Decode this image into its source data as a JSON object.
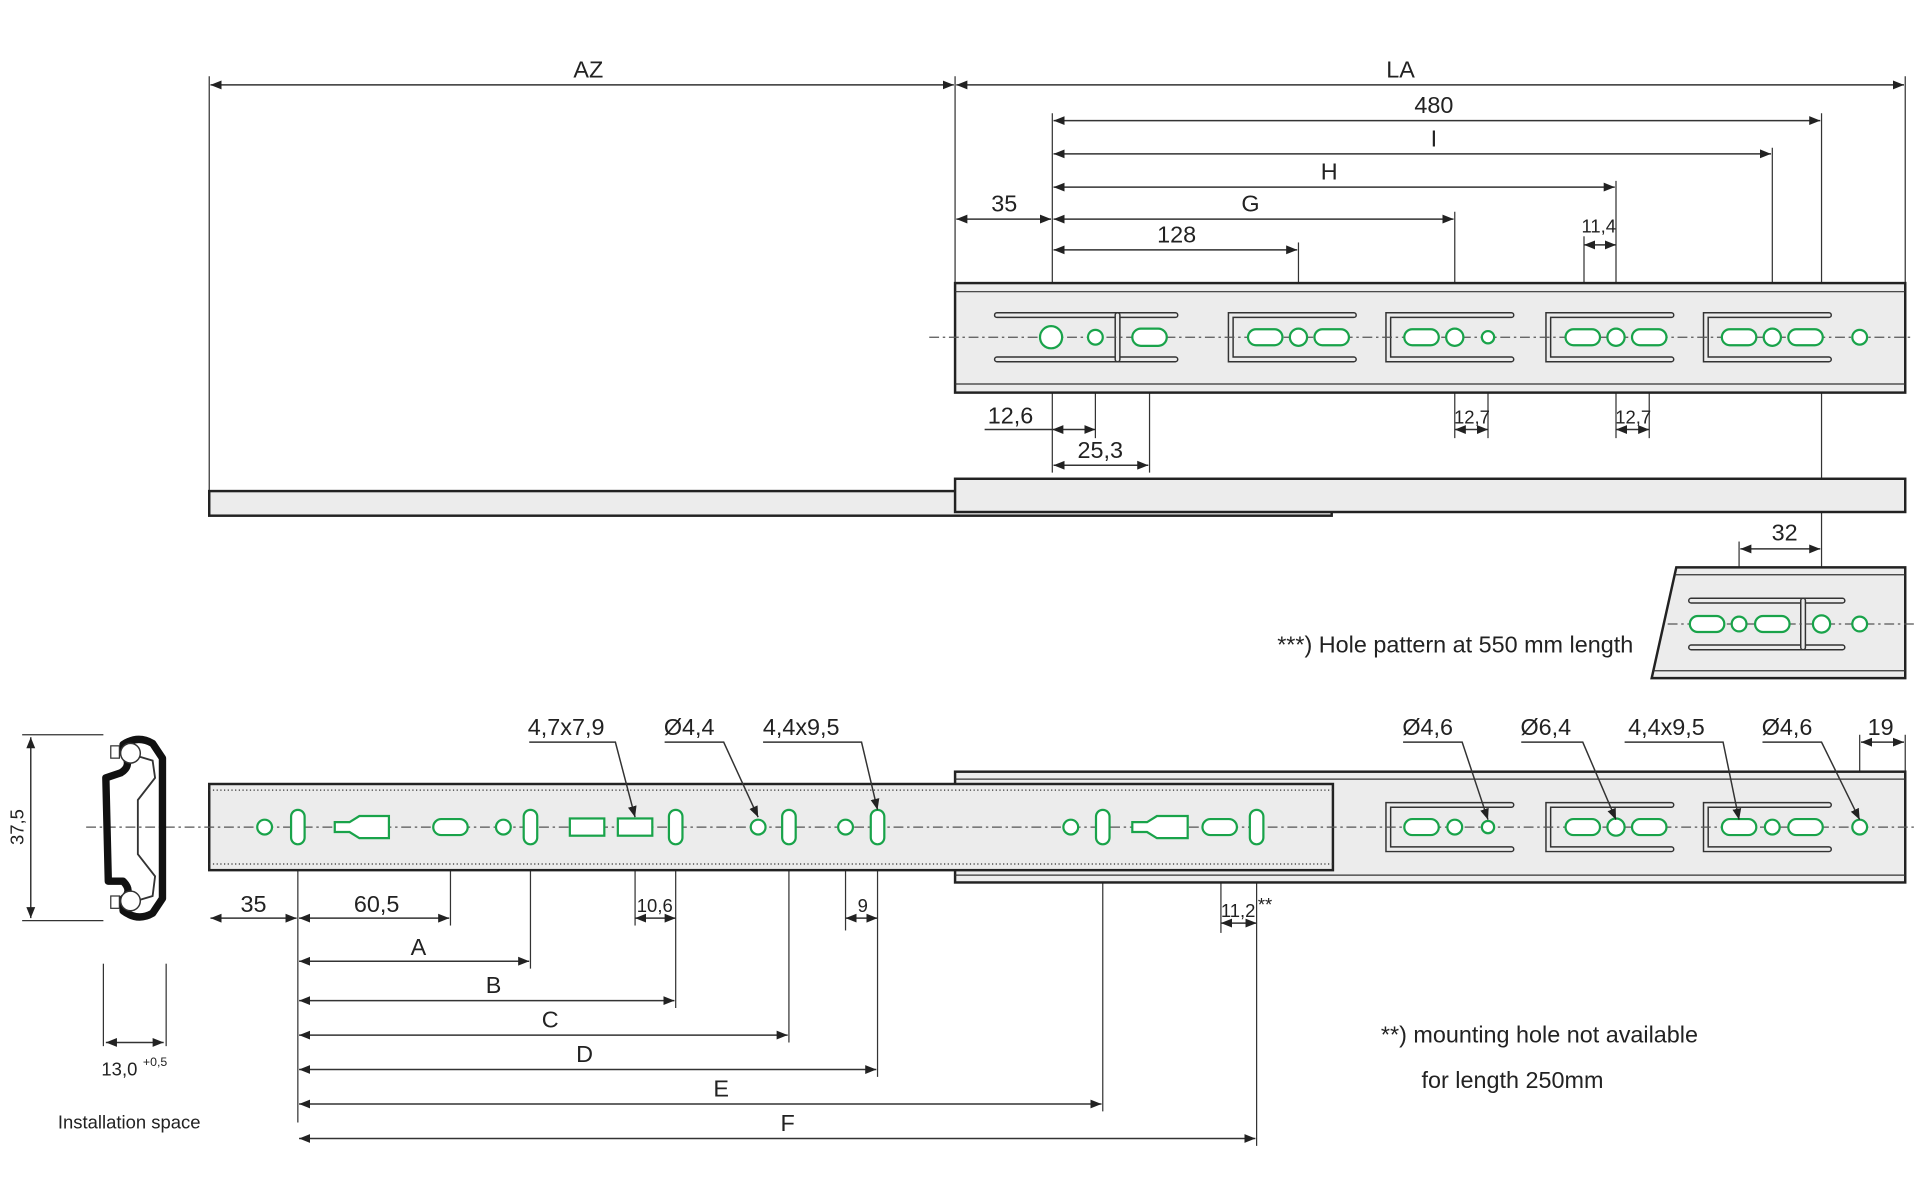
{
  "colors": {
    "hole": "#19a34a",
    "rail": "#ececec",
    "line": "#222222"
  },
  "top_dims": {
    "az": "AZ",
    "la": "LA",
    "d480": "480",
    "i": "I",
    "h": "H",
    "g": "G",
    "d35": "35",
    "d128": "128",
    "d11_4": "11,4",
    "d12_6": "12,6",
    "d25_3": "25,3",
    "d12_7a": "12,7",
    "d12_7b": "12,7",
    "d32": "32"
  },
  "notes": {
    "hole_pattern": "***) Hole pattern at 550 mm length",
    "mounting_line1": "**) mounting hole not available",
    "mounting_line2": "for length 250mm"
  },
  "callouts": {
    "c1": "4,7x7,9",
    "c2": "Ø4,4",
    "c3": "4,4x9,5",
    "c4": "Ø4,6",
    "c5": "Ø6,4",
    "c6": "4,4x9,5",
    "c7": "Ø4,6",
    "c8": "19"
  },
  "bottom_dims": {
    "d35": "35",
    "d60_5": "60,5",
    "d10_6": "10,6",
    "d9": "9",
    "d11_2": "11,2",
    "d11_2_mark": "**",
    "a": "A",
    "b": "B",
    "c": "C",
    "d": "D",
    "e": "E",
    "f": "F"
  },
  "profile": {
    "height": "37,5",
    "width": "13,0",
    "tolerance": "+0,5",
    "caption": "Installation space"
  }
}
